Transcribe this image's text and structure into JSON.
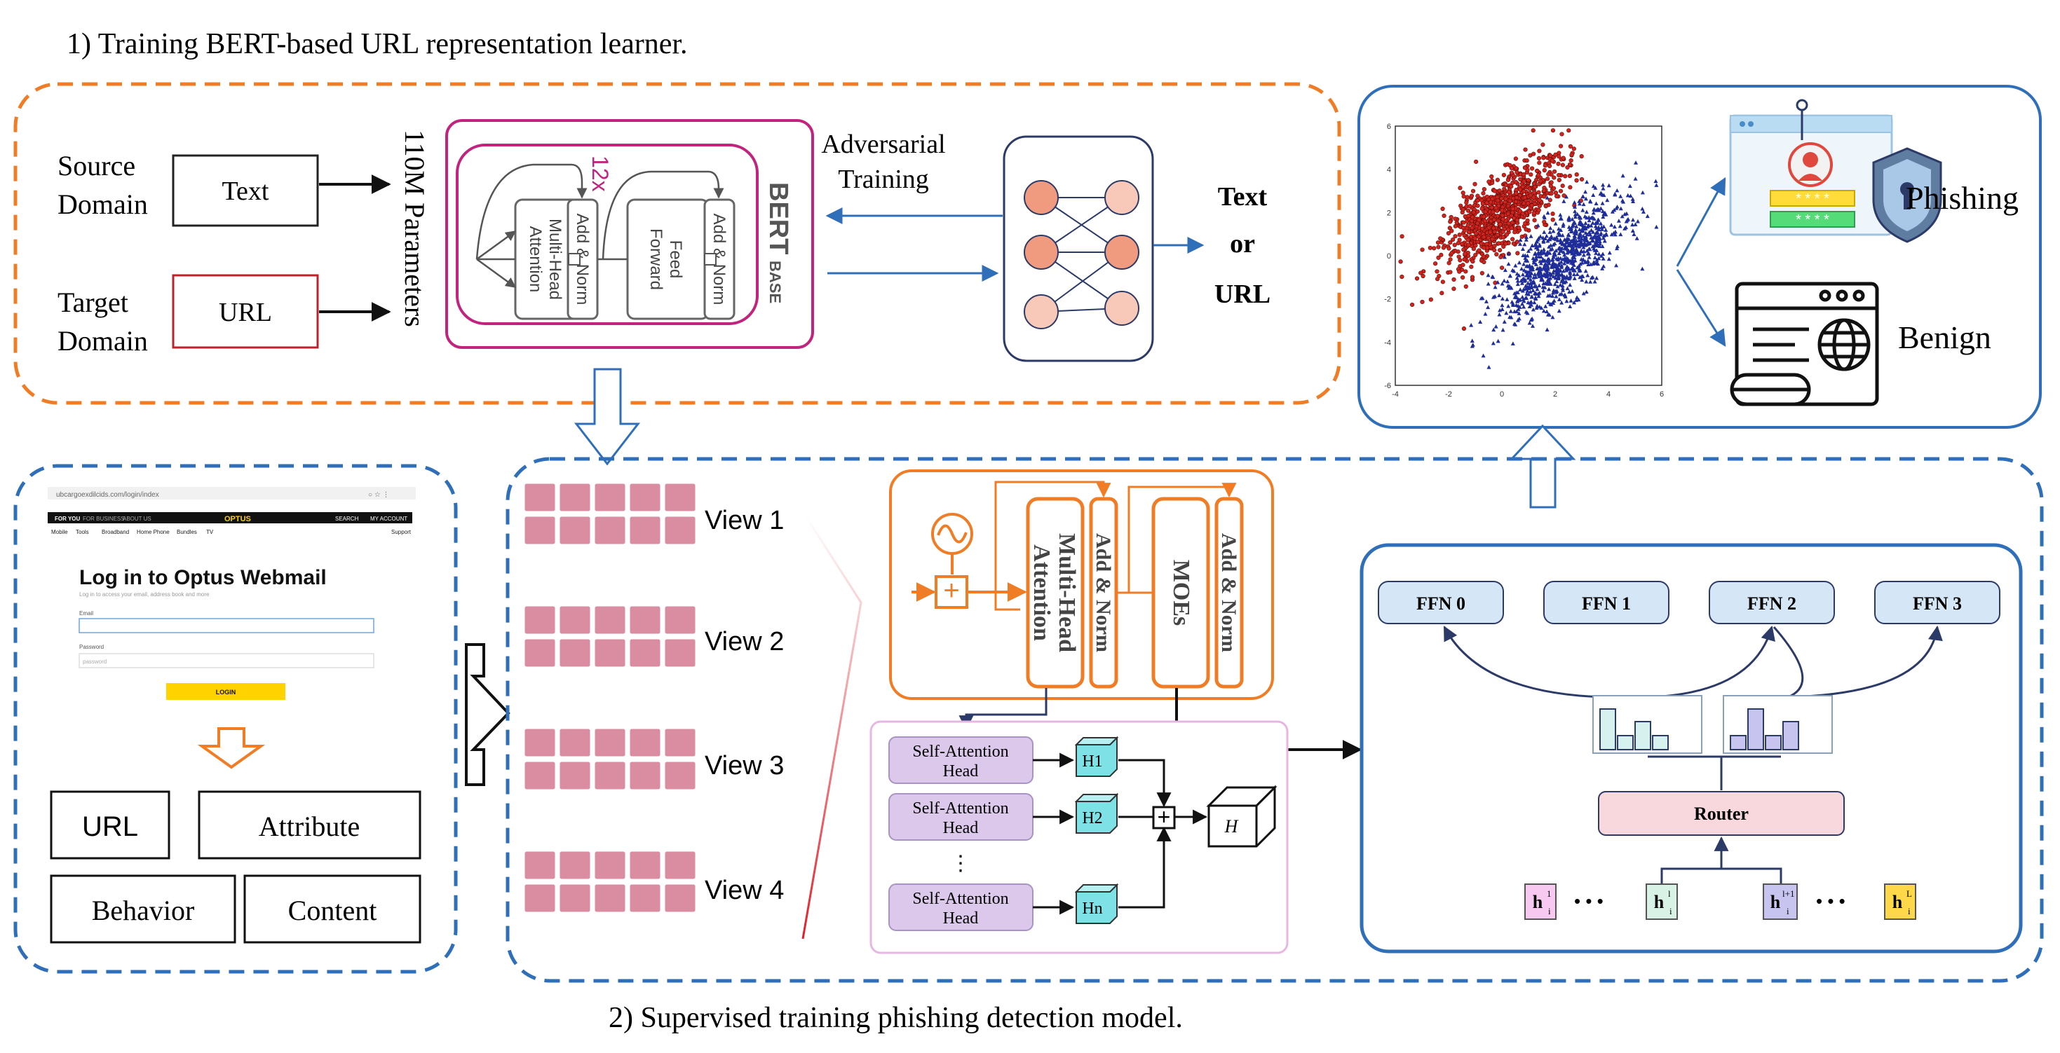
{
  "captions": {
    "top": "1) Training BERT-based URL representation learner.",
    "bottom": "2) Supervised training phishing detection model."
  },
  "stage1": {
    "source_label": [
      "Source",
      "Domain"
    ],
    "target_label": [
      "Target",
      "Domain"
    ],
    "text_box": "Text",
    "url_box": "URL",
    "params_label": "110M Parameters",
    "bert": {
      "mha": [
        "Multi-Head",
        "Attention"
      ],
      "add_norm": "Add & Norm",
      "ff": [
        "Feed",
        "Forward"
      ],
      "repeat": "12x",
      "title": "BERT",
      "subtitle": "BASE"
    },
    "adversarial": [
      "Adversarial",
      "Training"
    ],
    "output": [
      "Text",
      "or",
      "URL"
    ]
  },
  "results": {
    "phishing": "Phishing",
    "benign": "Benign",
    "scatter": {
      "x_ticks": [
        "-4",
        "-2",
        "0",
        "2",
        "4",
        "6"
      ],
      "y_ticks": [
        "6",
        "4",
        "2",
        "0",
        "-2",
        "-4",
        "-6"
      ]
    }
  },
  "webpage": {
    "url_bar": "ubcargoexdilcids.com/login/index",
    "brand": "OPTUS",
    "nav_left": [
      "FOR YOU",
      "FOR BUSINESS",
      "ABOUT US"
    ],
    "nav_right": [
      "SEARCH",
      "MY ACCOUNT"
    ],
    "subnav": [
      "Mobile",
      "Tools",
      "Broadband",
      "Home Phone",
      "Bundles",
      "TV"
    ],
    "support": "Support",
    "heading": "Log in to Optus Webmail",
    "subtext": "Log in to access your email, address book and more",
    "email_label": "Email",
    "password_label": "Password",
    "password_value": "password",
    "login_button": "LOGIN"
  },
  "features": [
    "URL",
    "Attribute",
    "Behavior",
    "Content"
  ],
  "views": [
    "View 1",
    "View 2",
    "View 3",
    "View 4"
  ],
  "encoder": {
    "mha": [
      "Multi-Head",
      "Attention"
    ],
    "add_norm": "Add & Norm",
    "moes": "MOEs"
  },
  "attention_heads": {
    "head_label": [
      "Self-Attention",
      "Head"
    ],
    "h1": "H1",
    "h2": "H2",
    "hn": "Hn",
    "ellipsis": "⋮",
    "output": "H"
  },
  "moe": {
    "experts": [
      "FFN 0",
      "FFN 1",
      "FFN 2",
      "FFN 3"
    ],
    "router": "Router",
    "tokens": [
      "h",
      "h",
      "h",
      "h"
    ],
    "token_sub": [
      "i",
      "i",
      "i",
      "i"
    ],
    "token_sup": [
      "1",
      "l",
      "l+1",
      "L"
    ],
    "dots": "• • •"
  },
  "colors": {
    "orange": "#f07d26",
    "blue": "#2f6fba",
    "magenta": "#c2237e",
    "red_box": "#c0202a",
    "pink_cell": "#d3788f",
    "head_fill": "#dcc8ea",
    "cyan": "#7ee1e6",
    "expert_fill": "#d5e6f6",
    "router_fill": "#f8d8dc"
  }
}
